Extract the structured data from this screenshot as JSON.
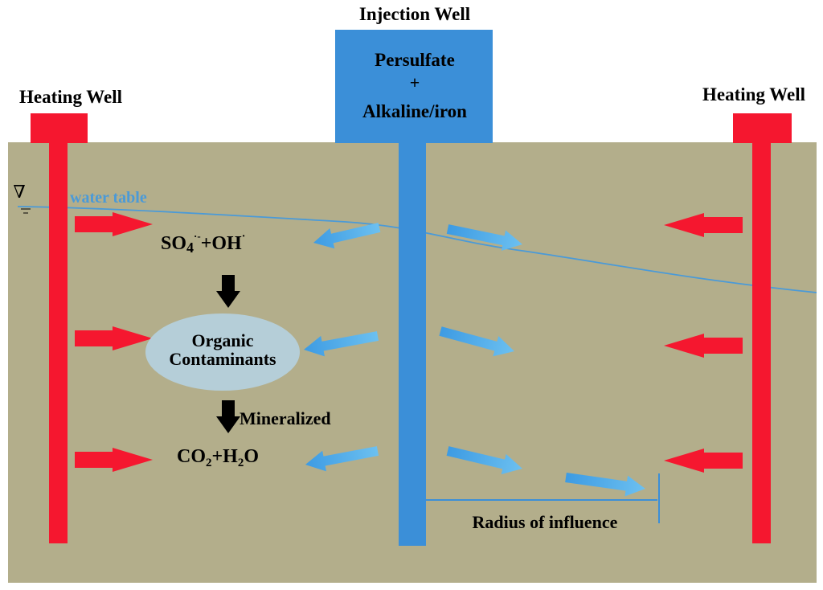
{
  "labels": {
    "injection_well": "Injection Well",
    "heating_well_left": "Heating Well",
    "heating_well_right": "Heating Well",
    "injection_line1": "Persulfate",
    "injection_line2": "+",
    "injection_line3": "Alkaline/iron",
    "water_table": "water table",
    "water_table_symbol": "∇",
    "radicals": {
      "so": "SO",
      "four": "4",
      "sup1": "·-",
      "plus_oh": "+OH",
      "sup2": "·"
    },
    "contaminants_line1": "Organic",
    "contaminants_line2": "Contaminants",
    "mineralized": "Mineralized",
    "products": {
      "co": "CO",
      "two_a": "2",
      "plus_h": "+H",
      "two_b": "2",
      "o": "O"
    },
    "radius": "Radius of influence"
  },
  "colors": {
    "soil": "#b3ae8b",
    "heating": "#f5172f",
    "injection": "#3b8fd8",
    "flow_arrow": "#4aa6e6",
    "water_table": "#4a9ad8",
    "ellipse": "#b5ced8",
    "down_arrow": "#000000"
  },
  "icons": {
    "heating_arrow": "right-arrow-icon / left-arrow-icon",
    "flow_arrow": "block-arrow-icon",
    "process_arrow": "down-arrow-icon",
    "water_table_marker": "water-table-icon"
  }
}
